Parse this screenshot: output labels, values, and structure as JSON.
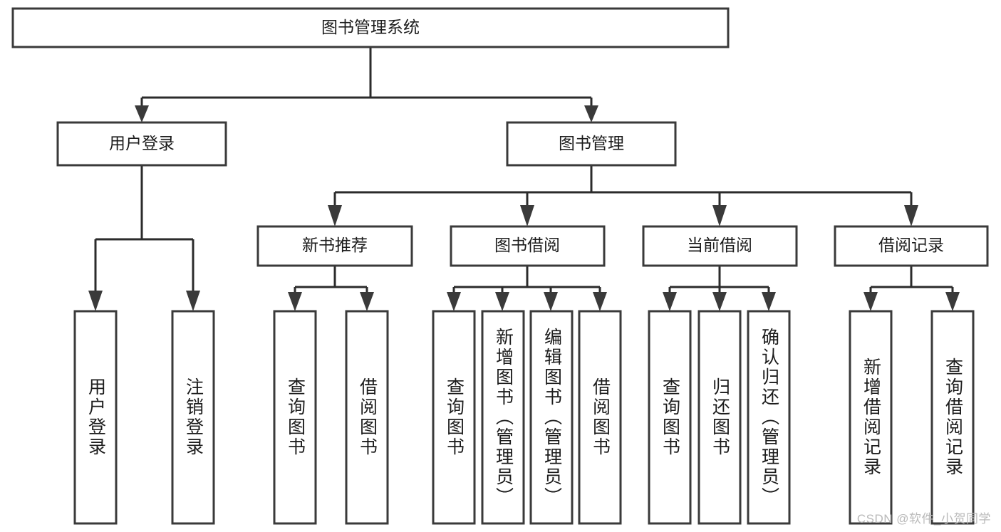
{
  "diagram": {
    "type": "tree",
    "title": "图书管理系统",
    "orientation": "top-down",
    "colors": {
      "box_stroke": "#3a3a3a",
      "box_fill": "#ffffff",
      "edge": "#2b2b2b",
      "text": "#1c1c1c",
      "background": "#ffffff",
      "watermark": "#b9b9b9"
    },
    "root": {
      "label": "图书管理系统"
    },
    "level2": [
      {
        "label": "用户登录"
      },
      {
        "label": "图书管理"
      }
    ],
    "level3": [
      {
        "label": "新书推荐"
      },
      {
        "label": "图书借阅"
      },
      {
        "label": "当前借阅"
      },
      {
        "label": "借阅记录"
      }
    ],
    "leaves": [
      {
        "label": "用户登录",
        "parent": "用户登录"
      },
      {
        "label": "注销登录",
        "parent": "用户登录"
      },
      {
        "label": "查询图书",
        "parent": "新书推荐"
      },
      {
        "label": "借阅图书",
        "parent": "新书推荐"
      },
      {
        "label": "查询图书",
        "parent": "图书借阅"
      },
      {
        "label": "新增图书（管理员）",
        "parent": "图书借阅"
      },
      {
        "label": "编辑图书（管理员）",
        "parent": "图书借阅"
      },
      {
        "label": "借阅图书",
        "parent": "图书借阅"
      },
      {
        "label": "查询图书",
        "parent": "当前借阅"
      },
      {
        "label": "归还图书",
        "parent": "当前借阅"
      },
      {
        "label": "确认归还（管理员）",
        "parent": "当前借阅"
      },
      {
        "label": "新增借阅记录",
        "parent": "借阅记录"
      },
      {
        "label": "查询借阅记录",
        "parent": "借阅记录"
      }
    ],
    "watermark": "CSDN @软件_小贺同学"
  }
}
